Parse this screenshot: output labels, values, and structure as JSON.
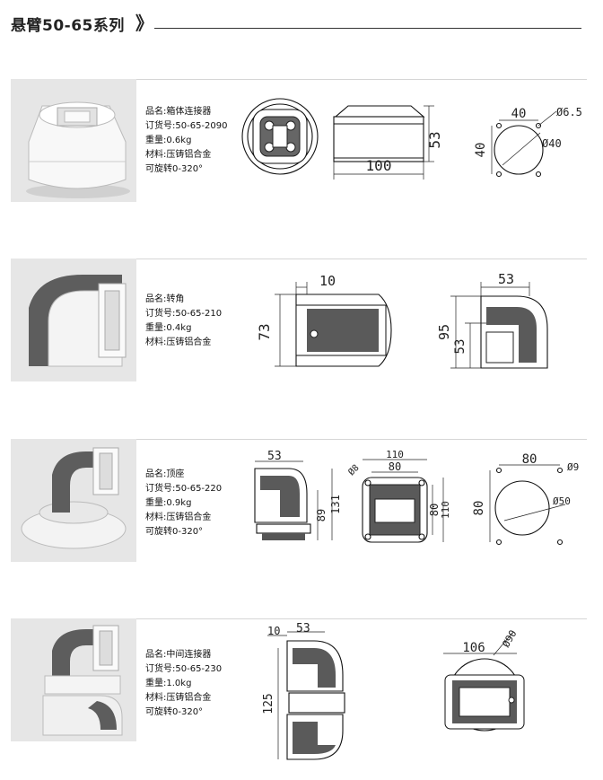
{
  "header": {
    "title": "悬臂50-65系列",
    "chevron": "》"
  },
  "products": [
    {
      "name": "品名:箱体连接器",
      "order": "订货号:50-65-2090",
      "weight": "重量:0.6kg",
      "material": "材料:压铸铝合金",
      "rotate": "可旋转0-320°",
      "dims": {
        "h": "53",
        "w": "100",
        "a": "40",
        "b": "40",
        "hole": "Ø6.5",
        "circle": "Ø40"
      }
    },
    {
      "name": "品名:转角",
      "order": "订货号:50-65-210",
      "weight": "重量:0.4kg",
      "material": "材料:压铸铝合金",
      "rotate": "",
      "dims": {
        "t": "10",
        "h": "73",
        "w": "53",
        "h2": "95",
        "h3": "53"
      }
    },
    {
      "name": "品名:顶座",
      "order": "订货号:50-65-220",
      "weight": "重量:0.9kg",
      "material": "材料:压铸铝合金",
      "rotate": "可旋转0-320°",
      "dims": {
        "w": "53",
        "h1": "89",
        "h2": "131",
        "o": "110",
        "i": "80",
        "s1": "80",
        "s2": "110",
        "hole": "Ø8",
        "a": "80",
        "b": "80",
        "hole2": "Ø9",
        "circle": "Ø50"
      }
    },
    {
      "name": "品名:中间连接器",
      "order": "订货号:50-65-230",
      "weight": "重量:1.0kg",
      "material": "材料:压铸铝合金",
      "rotate": "可旋转0-320°",
      "dims": {
        "t": "10",
        "w": "53",
        "h": "125",
        "w2": "106",
        "d": "Ø90"
      }
    }
  ],
  "colors": {
    "photo_bg": "#e6e6e6",
    "part_gray": "#666666"
  }
}
